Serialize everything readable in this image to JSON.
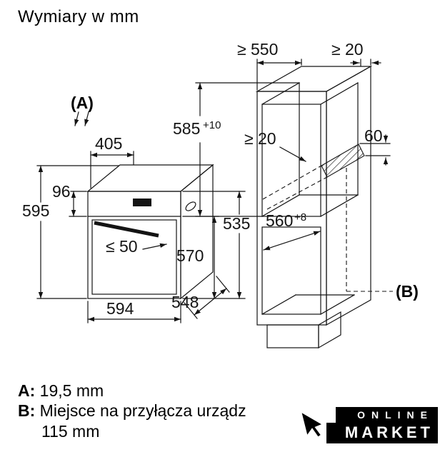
{
  "title": "Wymiary w mm",
  "oven": {
    "ref_label": "(A)",
    "dim_top_depth": "405",
    "dim_panel_height": "96",
    "dim_height": "595",
    "dim_handle": "≤ 50",
    "dim_door_height": "570",
    "dim_inner_height": "535",
    "dim_width": "594",
    "dim_depth": "548"
  },
  "cabinet": {
    "ref_label": "(B)",
    "dim_depth_min": "≥ 550",
    "dim_top_clearance": "≥ 20",
    "dim_niche_height": "585",
    "dim_niche_height_tol": "+10",
    "dim_back_clearance": "≥ 20",
    "dim_vent": "60",
    "dim_niche_width": "560",
    "dim_niche_width_tol": "+8"
  },
  "notes": {
    "a_label": "A:",
    "a_text": "19,5 mm",
    "b_label": "B:",
    "b_text": "Miejsce na przyłącza urządz",
    "b_text_line2": "115 mm"
  },
  "watermark": {
    "line1": "ONLINE",
    "line2": "MARKET"
  }
}
